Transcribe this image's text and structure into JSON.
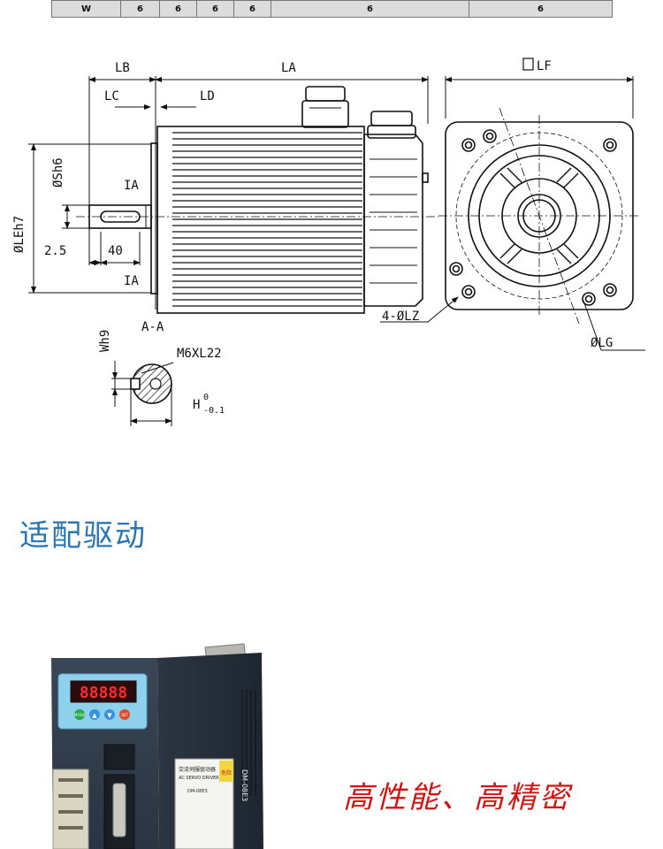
{
  "spec_table": {
    "cells": [
      "W",
      "6",
      "6",
      "6",
      "6",
      "6",
      "6"
    ]
  },
  "drawing": {
    "labels": {
      "lb": "LB",
      "la": "LA",
      "lf": "LF",
      "lc": "LC",
      "ld": "LD",
      "le": "ØLEh7",
      "s": "ØSh6",
      "ia_top": "IA",
      "ia_bottom": "IA",
      "dim_2_5": "2.5",
      "dim_40": "40",
      "section": "A-A",
      "wh9": "Wh9",
      "thread": "M6XL22",
      "h": "H",
      "h_upper": "0",
      "h_lower": "-0.1",
      "lz": "4-ØLZ",
      "lg": "ØLG"
    }
  },
  "section_title": "适配驱动",
  "driver": {
    "display": "88888",
    "buttons": [
      "MODE",
      "▲",
      "▼",
      "SET"
    ],
    "label_title": "交流伺服驱动器",
    "label_subtitle": "AC SERVO DRIVER",
    "label_model": "DM-08E3",
    "warning": "危险",
    "side_label": "DM-08E3"
  },
  "slogan": "高性能、高精密"
}
